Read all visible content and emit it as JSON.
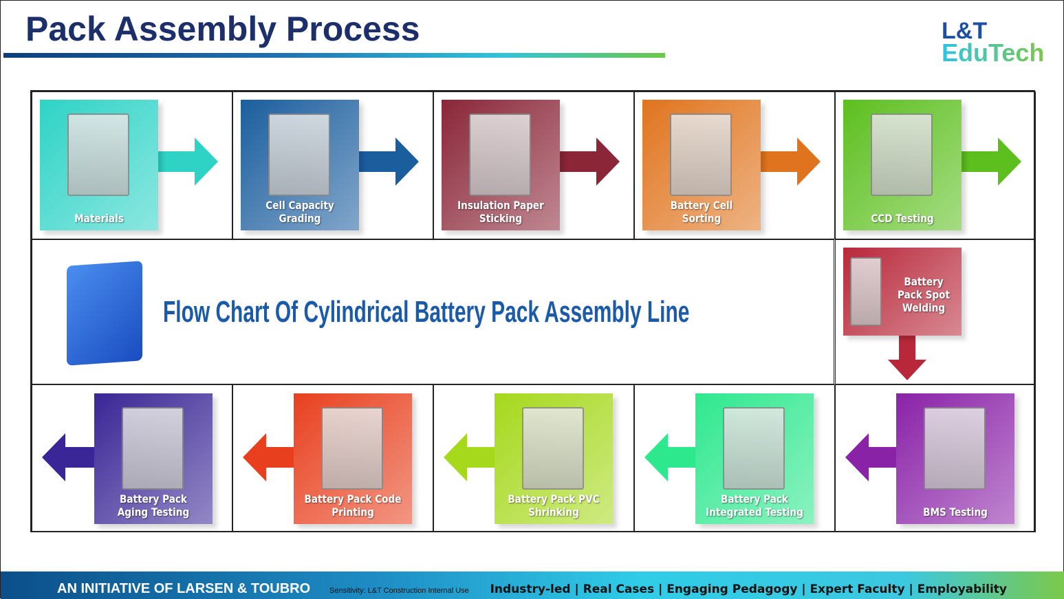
{
  "slide": {
    "title": "Pack Assembly Process"
  },
  "logo": {
    "line1": "L&T",
    "line2": "EduTech"
  },
  "flow": {
    "title": "Flow Chart Of Cylindrical Battery Pack Assembly Line",
    "steps": [
      {
        "label": "Materials",
        "color": "#2ed3c6"
      },
      {
        "label": "Cell Capacity Grading",
        "color": "#1b5e9e"
      },
      {
        "label": "Insulation Paper Sticking",
        "color": "#8a2638"
      },
      {
        "label": "Battery Cell Sorting",
        "color": "#e0741e"
      },
      {
        "label": "CCD Testing",
        "color": "#5cbf1e"
      },
      {
        "label": "Battery Pack Spot Welding",
        "color": "#b8283a"
      },
      {
        "label": "BMS Testing",
        "color": "#8a22a8"
      },
      {
        "label": "Battery Pack Integrated Testing",
        "color": "#2ee88e"
      },
      {
        "label": "Battery Pack PVC Shrinking",
        "color": "#a6d81c"
      },
      {
        "label": "Battery Pack Code Printing",
        "color": "#e8401e"
      },
      {
        "label": "Battery Pack Aging Testing",
        "color": "#3a2696"
      }
    ]
  },
  "footer": {
    "initiative": "AN INITIATIVE OF LARSEN & TOUBRO",
    "sensitivity": "Sensitivity: L&T Construction Internal Use",
    "tagline": "Industry-led | Real Cases | Engaging Pedagogy | Expert Faculty | Employability"
  }
}
